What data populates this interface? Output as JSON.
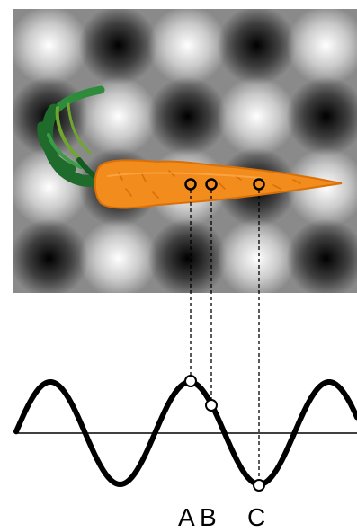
{
  "grid": {
    "rows": 4,
    "cols": 5,
    "pattern": [
      [
        "light",
        "dark",
        "light",
        "dark",
        "light"
      ],
      [
        "dark",
        "light",
        "dark",
        "light",
        "dark"
      ],
      [
        "light",
        "dark",
        "light",
        "dark",
        "light"
      ],
      [
        "dark",
        "light",
        "dark",
        "light",
        "dark"
      ]
    ],
    "colors": {
      "base": "#8a8a8a",
      "light": "#ffffff",
      "dark": "#000000"
    }
  },
  "carrot": {
    "body_color": "#f28c1c",
    "body_outline": "#d9700a",
    "leaf_colors": [
      "#1e6b2b",
      "#2e8b3c",
      "#6fa62e"
    ]
  },
  "points": [
    {
      "label": "A"
    },
    {
      "label": "B"
    },
    {
      "label": "C"
    }
  ],
  "wave": {
    "line_color": "#000000",
    "axis_color": "#000000"
  }
}
